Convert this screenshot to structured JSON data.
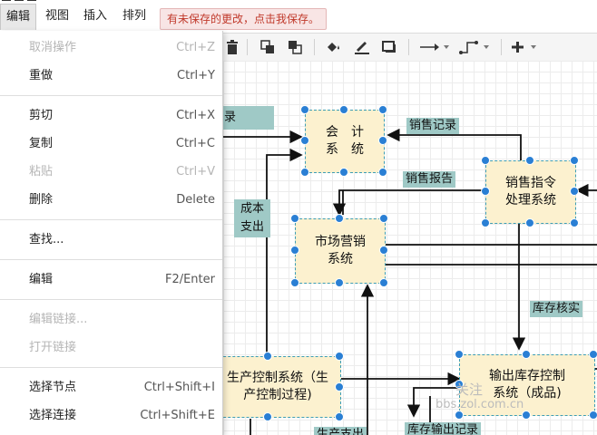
{
  "menubar": {
    "items": [
      "编辑",
      "视图",
      "插入",
      "排列"
    ],
    "unsaved": "有未保存的更改，点击我保存。"
  },
  "menu": {
    "undo": {
      "label": "取消操作",
      "shortcut": "Ctrl+Z"
    },
    "redo": {
      "label": "重做",
      "shortcut": "Ctrl+Y"
    },
    "cut": {
      "label": "剪切",
      "shortcut": "Ctrl+X"
    },
    "copy": {
      "label": "复制",
      "shortcut": "Ctrl+C"
    },
    "paste": {
      "label": "粘贴",
      "shortcut": "Ctrl+V"
    },
    "delete": {
      "label": "删除",
      "shortcut": "Delete"
    },
    "find": {
      "label": "查找..."
    },
    "edit": {
      "label": "编辑",
      "shortcut": "F2/Enter"
    },
    "edit_link": {
      "label": "编辑链接..."
    },
    "open_link": {
      "label": "打开链接"
    },
    "select_nodes": {
      "label": "选择节点",
      "shortcut": "Ctrl+Shift+I"
    },
    "select_edges": {
      "label": "选择连接",
      "shortcut": "Ctrl+Shift+E"
    }
  },
  "diagram": {
    "nodes": {
      "accounting": [
        "会　计",
        "系　统"
      ],
      "sales_order": [
        "销售指令",
        "处理系统"
      ],
      "marketing": [
        "市场营销",
        "系统"
      ],
      "production": [
        "生产控制系统（生",
        "产控制过程)"
      ],
      "output_inventory": [
        "输出库存控制",
        "系统（成品)"
      ]
    },
    "labels": {
      "record_fragment": "录",
      "sales_record": "销售记录",
      "sales_report": "销售报告",
      "cost_expense": [
        "成本",
        "支出"
      ],
      "inventory_check": "库存核实",
      "inventory_output": "库存输出记录",
      "bottom_fragment": "生产支出"
    }
  },
  "watermark": {
    "line1": "关注",
    "line2": "bbs.zol.com.cn"
  },
  "colors": {
    "node_fill": "#fcf1cf",
    "node_border": "#3d9db5",
    "label_fill": "#9fc9c6",
    "handle": "#2a7fd4",
    "unsaved_text": "#c0392b"
  }
}
